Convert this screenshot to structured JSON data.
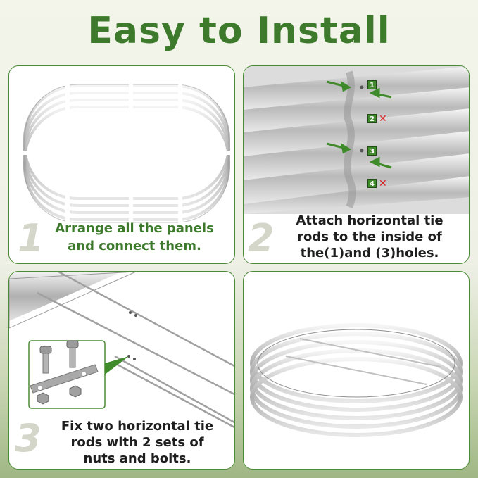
{
  "title": "Easy to Install",
  "steps": [
    {
      "number": "1",
      "caption_line1": "Arrange all the panels",
      "caption_line2": "and connect them."
    },
    {
      "number": "2",
      "caption_line1": "Attach horizontal tie",
      "caption_line2": "rods to the inside of",
      "caption_line3": "the(1)and (3)holes.",
      "hole_labels": [
        "1",
        "2",
        "3",
        "4"
      ],
      "invalid_mark": "✕"
    },
    {
      "number": "3",
      "caption_line1": "Fix two horizontal tie",
      "caption_line2": "rods with 2 sets of",
      "caption_line3": "nuts and bolts."
    },
    {
      "number": ""
    }
  ],
  "colors": {
    "brand_green": "#3d7a2c",
    "panel_border": "#4c8b36",
    "badge_green": "#3f8a2a",
    "error_red": "#d9242b"
  }
}
